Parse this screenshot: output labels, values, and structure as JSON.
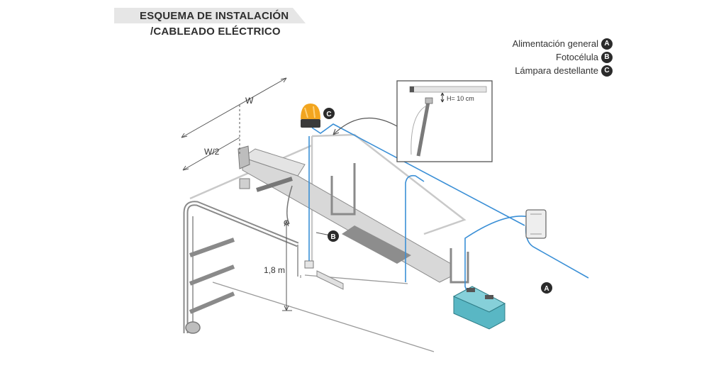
{
  "title": {
    "line1": "ESQUEMA DE INSTALACIÓN",
    "line2": "/CABLEADO ELÉCTRICO"
  },
  "legend": [
    {
      "label": "Alimentación general",
      "letter": "A"
    },
    {
      "label": "Fotocélula",
      "letter": "B"
    },
    {
      "label": "Lámpara destellante",
      "letter": "C"
    }
  ],
  "dimensions": {
    "width": "W",
    "half_width": "W/2",
    "height": "1,8 m",
    "inset_height": "H= 10 cm"
  },
  "callouts": {
    "a": "A",
    "b": "B",
    "c": "C"
  },
  "colors": {
    "cable": "#3a8fd6",
    "line": "#7d7d7d",
    "banner": "#e6e6e6",
    "badge": "#2b2b2b",
    "lamp": "#f2a51f",
    "battery": "#59b7c4"
  }
}
